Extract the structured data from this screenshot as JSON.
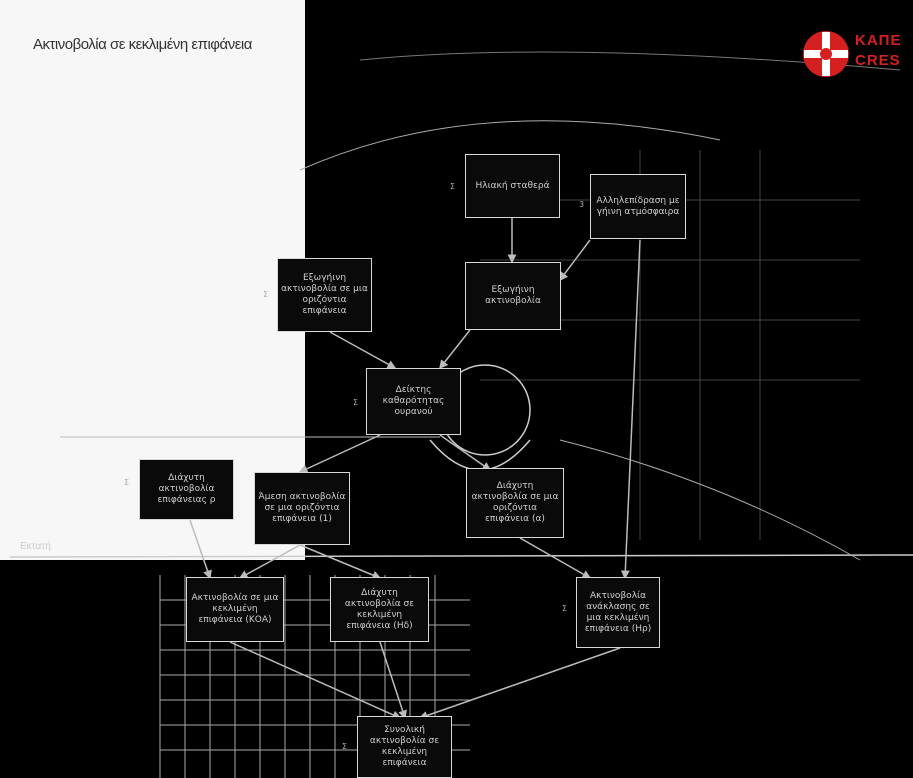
{
  "title": "Ακτινοβολία σε κεκλιμένη επιφάνεια",
  "logo": {
    "line1": "ΚΑΠΕ",
    "line2": "CRES"
  },
  "surface_label": "Εκτατή",
  "boxes": {
    "b1": "Ηλιακή σταθερά",
    "b2": "Αλληλεπίδραση με γήινη ατμόσφαιρα",
    "b3": "Εξωγήινη ακτινοβολία σε μια οριζόντια επιφάνεια",
    "b4": "Εξωγήινη ακτινοβολία",
    "b5": "Δείκτης καθαρότητας ουρανού",
    "b6": "Άμεση ακτινοβολία σε μια οριζόντια επιφάνεια (1)",
    "b7": "Διάχυτη ακτινοβολία σε μια οριζόντια επιφάνεια (α)",
    "b8": "Διάχυτη ακτινοβολία επιφάνειας ρ",
    "b9": "Ακτινοβολία σε μια κεκλιμένη επιφάνεια (ΚΟΑ)",
    "b10": "Διάχυτη ακτινοβολία σε κεκλιμένη επιφάνεια (Ηδ)",
    "b11": "Ακτινοβολία ανάκλασης σε μια κεκλιμένη επιφάνεια (Ηρ)",
    "b12": "Συνολική ακτινοβολία σε κεκλιμένη επιφάνεια"
  },
  "labels": {
    "l1": "Σ",
    "l2": "3",
    "l3": "Σ",
    "l4": "Σ",
    "l5": "Σ",
    "l6": "Σ",
    "l7": "Σ"
  },
  "colors": {
    "background": "#000000",
    "panel": "#f7f7f7",
    "box_border": "#d8d8d8",
    "logo_red": "#d42020"
  }
}
